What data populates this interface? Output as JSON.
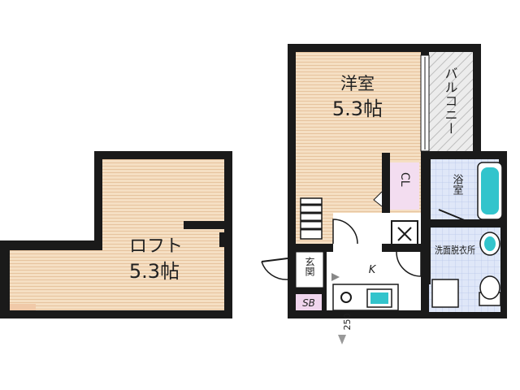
{
  "rooms": {
    "western": {
      "name": "洋室",
      "size": "5.3帖"
    },
    "loft": {
      "name": "ロフト",
      "size": "5.3帖"
    },
    "balcony": {
      "name": "バルコニー"
    },
    "closet": {
      "name": "CL"
    },
    "bath": {
      "name": "浴室"
    },
    "washroom": {
      "name": "洗面脱衣所"
    },
    "kitchen": {
      "name": "K"
    },
    "entrance": {
      "name": "玄関"
    },
    "shoebox": {
      "name": "SB"
    }
  },
  "misc": {
    "dimension_text": "250"
  },
  "colors": {
    "wall": "#1a1a1a",
    "floor_wood": "#f5dfc3",
    "floor_stripe": "#e6c39d",
    "wet_area": "#dfe7f8",
    "tile_grid": "#b9c8ea",
    "closet": "#f3ddf0",
    "shoebox": "#f0d6ee",
    "tub": "#32c4cc",
    "balcony": "#ececec",
    "stripe": "#bdbdbd"
  }
}
